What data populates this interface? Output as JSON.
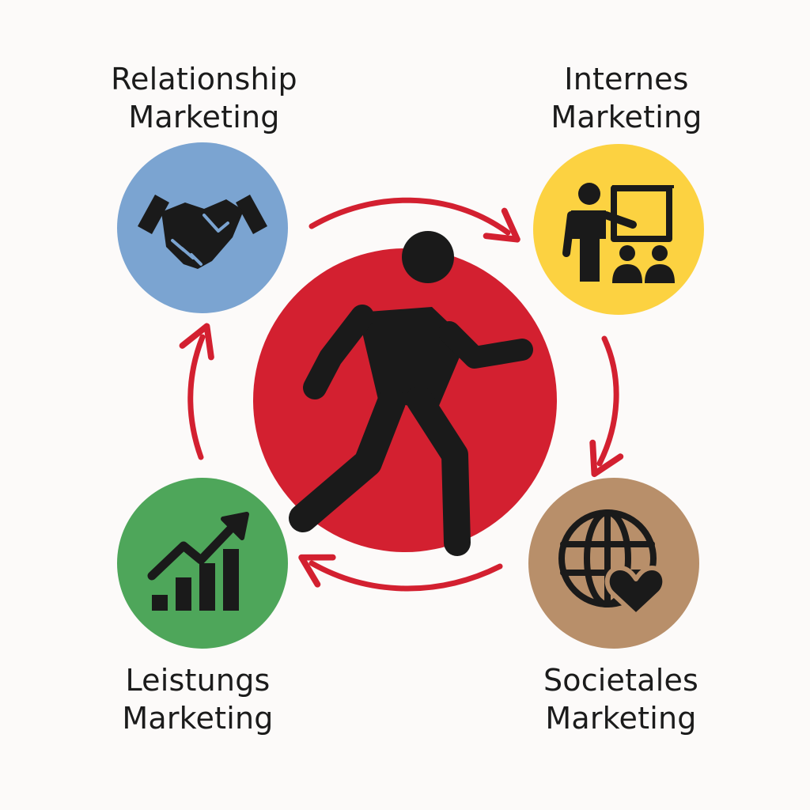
{
  "nodes": {
    "relationship": {
      "line1": "Relationship",
      "line2": "Marketing",
      "color": "#7ba4d1",
      "icon": "handshake-icon"
    },
    "internes": {
      "line1": "Internes",
      "line2": "Marketing",
      "color": "#fcd241",
      "icon": "presenter-icon"
    },
    "leistungs": {
      "line1": "Leistungs",
      "line2": "Marketing",
      "color": "#4ea65a",
      "icon": "growth-chart-icon"
    },
    "societales": {
      "line1": "Societales",
      "line2": "Marketing",
      "color": "#b88f6a",
      "icon": "globe-heart-icon"
    }
  },
  "center": {
    "color": "#d32030",
    "icon": "running-person-icon"
  },
  "arrow_color": "#d32030"
}
